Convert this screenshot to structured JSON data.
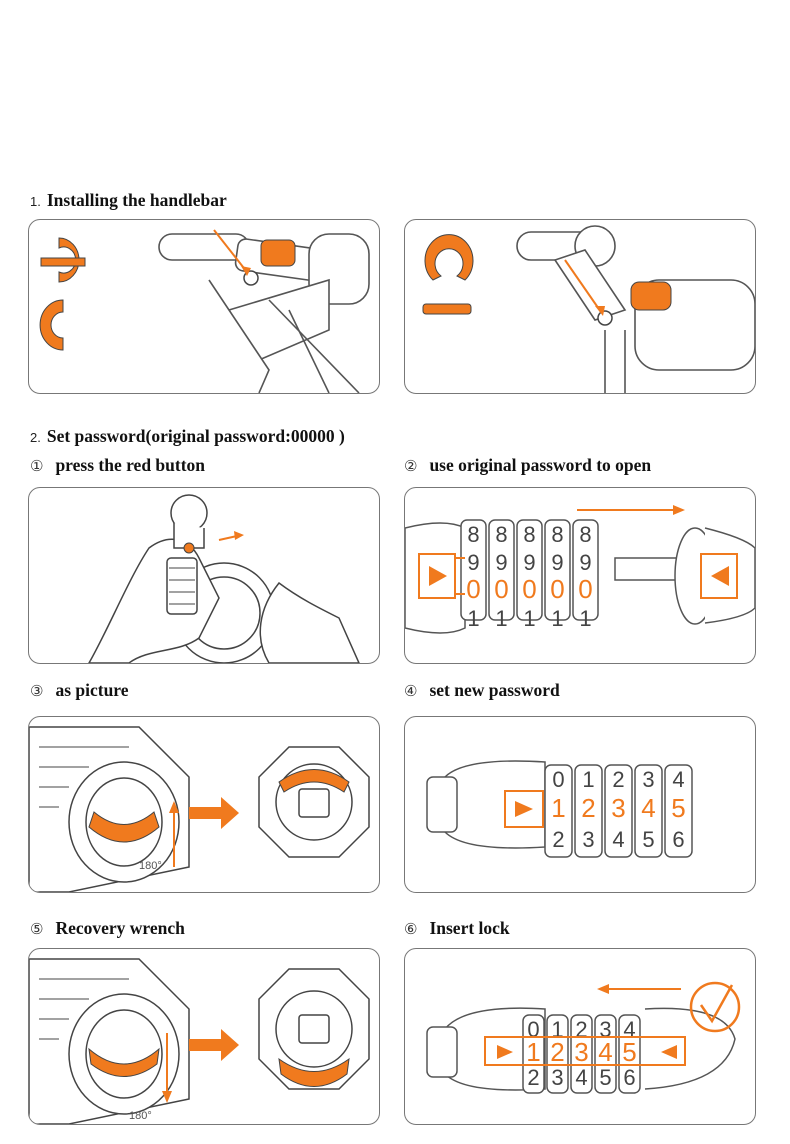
{
  "colors": {
    "accent": "#f07a1e",
    "line": "#555555",
    "frame": "#777777"
  },
  "section1": {
    "number": "1.",
    "title": "Installing the handlebar"
  },
  "section2": {
    "number": "2.",
    "title": "Set password(original password:00000 )"
  },
  "steps": [
    {
      "mark": "①",
      "label": "press the red button"
    },
    {
      "mark": "②",
      "label": "use original password to open"
    },
    {
      "mark": "③",
      "label": "as picture"
    },
    {
      "mark": "④",
      "label": "set new password"
    },
    {
      "mark": "⑤",
      "label": "Recovery wrench"
    },
    {
      "mark": "⑥",
      "label": "Insert lock"
    }
  ],
  "dials_original": {
    "top": [
      "8",
      "8",
      "8",
      "8",
      "8"
    ],
    "upper": [
      "9",
      "9",
      "9",
      "9",
      "9"
    ],
    "code": [
      "0",
      "0",
      "0",
      "0",
      "0"
    ],
    "lower": [
      "1",
      "1",
      "1",
      "1",
      "1"
    ]
  },
  "dials_new": {
    "upper": [
      "0",
      "1",
      "2",
      "3",
      "4"
    ],
    "code": [
      "1",
      "2",
      "3",
      "4",
      "5"
    ],
    "lower": [
      "2",
      "3",
      "4",
      "5",
      "6"
    ]
  },
  "rotation_label": "180°",
  "icons": [
    "orange-clip-icon",
    "arrow-right-icon",
    "arrow-left-icon",
    "play-marker-icon",
    "checkmark-circle-icon"
  ]
}
